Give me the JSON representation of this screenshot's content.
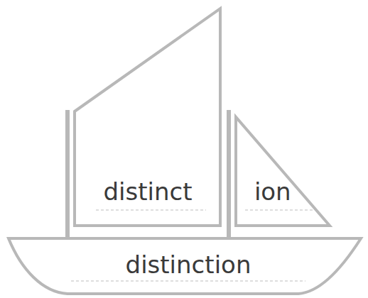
{
  "diagram": {
    "nodes": [
      {
        "text": [
          "distinct"
        ]
      },
      {
        "text": [
          "ion"
        ]
      },
      {
        "text": [
          "distinction"
        ]
      }
    ]
  }
}
